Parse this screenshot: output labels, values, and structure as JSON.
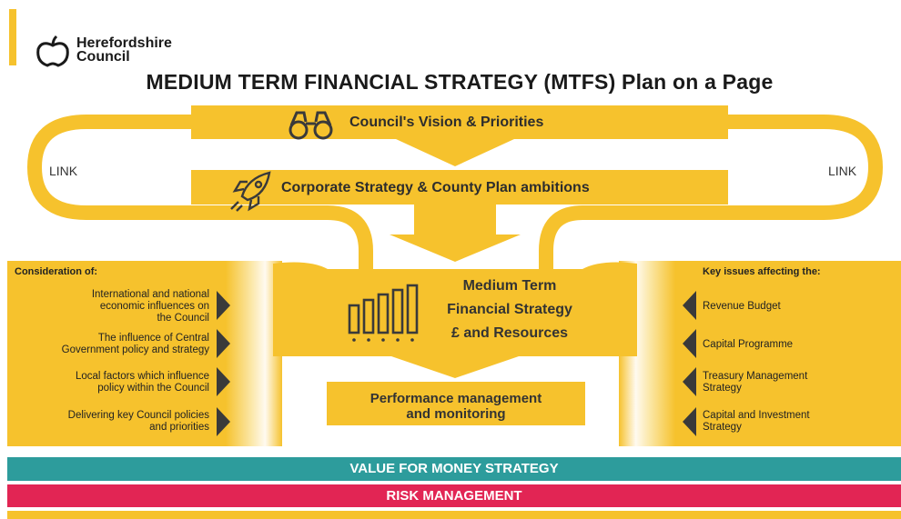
{
  "logo": {
    "line1": "Herefordshire",
    "line2": "Council"
  },
  "title": "MEDIUM TERM FINANCIAL STRATEGY (MTFS) Plan on a Page",
  "vision": {
    "label": "Council's Vision & Priorities",
    "icon": "binoculars-icon"
  },
  "corporate": {
    "label": "Corporate Strategy & County Plan ambitions",
    "icon": "rocket-icon"
  },
  "link_left": "LINK",
  "link_right": "LINK",
  "center": {
    "line1": "Medium Term",
    "line2": "Financial Strategy",
    "line3": "£ and Resources",
    "icon": "bar-chart-icon"
  },
  "performance": {
    "line1": "Performance management",
    "line2": "and monitoring"
  },
  "left_panel": {
    "heading": "Consideration of:",
    "items": [
      {
        "lines": [
          "International and national",
          "economic influences on",
          "the Council"
        ]
      },
      {
        "lines": [
          "The influence of Central",
          "Government policy and strategy"
        ]
      },
      {
        "lines": [
          "Local factors which influence",
          "policy within the Council"
        ]
      },
      {
        "lines": [
          "Delivering key Council policies",
          "and priorities"
        ]
      }
    ]
  },
  "right_panel": {
    "heading": "Key issues affecting the:",
    "items": [
      {
        "lines": [
          "Revenue Budget"
        ]
      },
      {
        "lines": [
          "Capital Programme"
        ]
      },
      {
        "lines": [
          "Treasury Management",
          "Strategy"
        ]
      },
      {
        "lines": [
          "Capital and Investment",
          "Strategy"
        ]
      }
    ]
  },
  "value_for_money": "VALUE FOR MONEY STRATEGY",
  "risk_management": "RISK MANAGEMENT",
  "colors": {
    "yellow": "#f6c22d",
    "teal": "#2d9c9c",
    "red": "#e22554",
    "dark": "#3a3a3a"
  }
}
